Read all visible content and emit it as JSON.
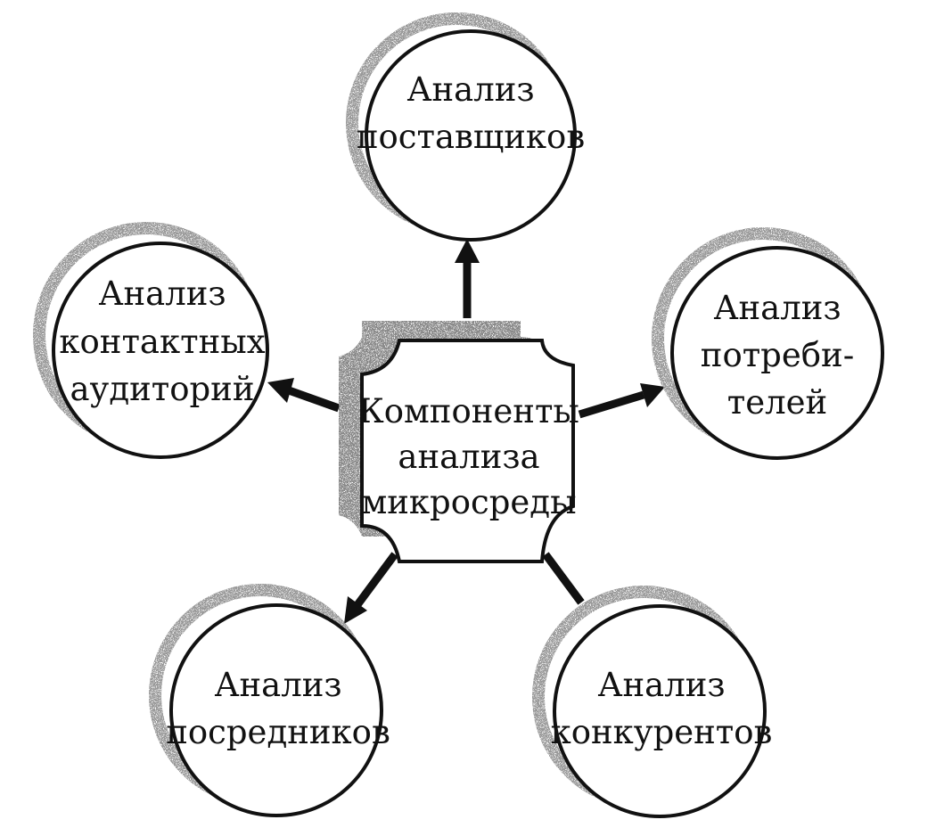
{
  "center": {
    "lines": [
      "Компоненты",
      "анализа",
      "микросреды"
    ]
  },
  "nodes": {
    "top": {
      "lines": [
        "Анализ",
        "поставщиков"
      ]
    },
    "left": {
      "lines": [
        "Анализ",
        "контактных",
        "аудиторий"
      ]
    },
    "right": {
      "lines": [
        "Анализ",
        "потреби-",
        "телей"
      ]
    },
    "bottom_left": {
      "lines": [
        "Анализ",
        "посредников"
      ]
    },
    "bottom_right": {
      "lines": [
        "Анализ",
        "конкурентов"
      ]
    }
  },
  "colors": {
    "ink": "#111111",
    "shadow": "#9a9a9a",
    "background": "#ffffff"
  }
}
